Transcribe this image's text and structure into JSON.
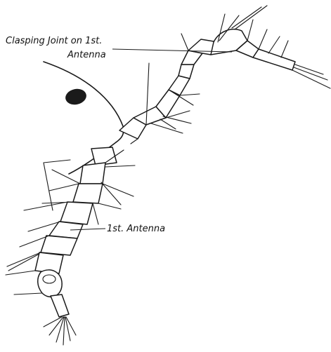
{
  "labels": {
    "clasping_joint_line1": "Clasping Joint on 1st.",
    "clasping_joint_line2": "Antenna",
    "first_antenna": "1st. Antenna"
  },
  "colors": {
    "ink": "#1a1a1a",
    "background": "#ffffff"
  }
}
